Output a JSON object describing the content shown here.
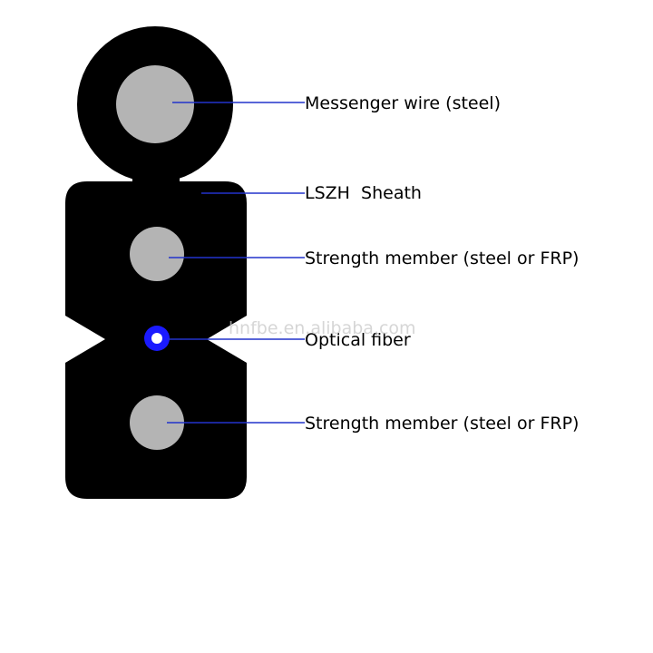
{
  "labels": {
    "messenger_wire": "Messenger wire (steel)",
    "sheath": "LSZH  Sheath",
    "strength_member_top": "Strength member (steel or FRP)",
    "optical_fiber": "Optical fiber",
    "strength_member_bottom": "Strength member (steel or FRP)"
  },
  "watermark": "hnfbe.en.alibaba.com",
  "colors": {
    "background": "#ffffff",
    "sheath": "#000000",
    "strength_member": "#b4b4b4",
    "fiber_coating": "#1a1aff",
    "fiber_core": "#ffffff",
    "leader_line": "#2233cc",
    "label_text": "#000000"
  }
}
